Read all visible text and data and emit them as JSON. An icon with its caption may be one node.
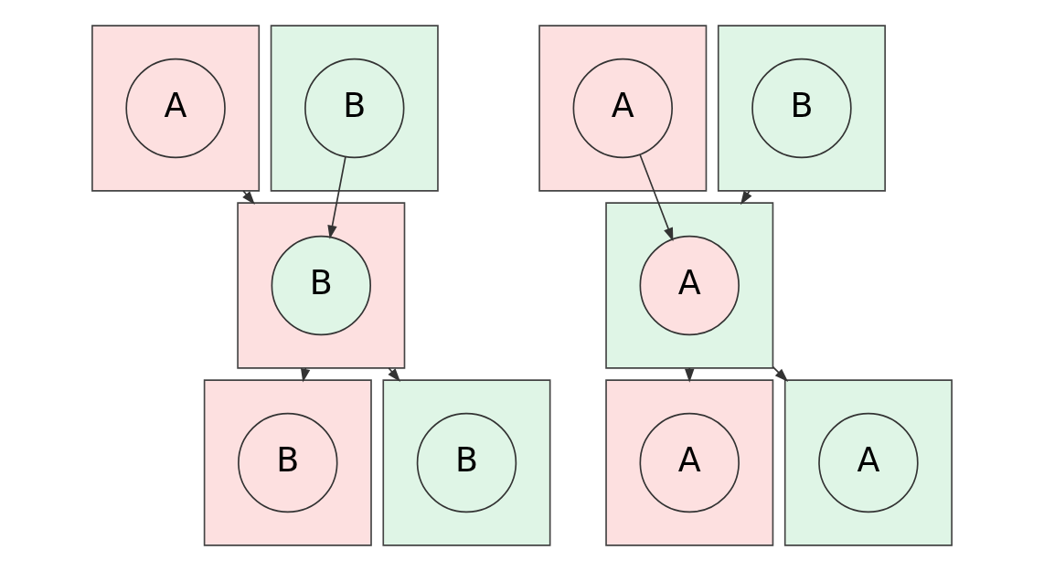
{
  "diagram": {
    "nodes": [
      {
        "text": [],
        "shape": "box"
      },
      {
        "text": [
          "A"
        ],
        "in": 0
      },
      {
        "text": [],
        "shape": "box"
      },
      {
        "text": [
          "B"
        ],
        "in": 2
      },
      {
        "text": [],
        "shape": "box"
      },
      {
        "text": [
          "B"
        ],
        "in": 4
      },
      {
        "text": [],
        "shape": "box"
      },
      {
        "text": [
          "B"
        ],
        "in": 6
      },
      {
        "text": [],
        "shape": "box"
      },
      {
        "text": [
          "B"
        ],
        "in": 8
      },
      {
        "text": [],
        "shape": "box"
      },
      {
        "text": [
          "A"
        ],
        "in": 10
      },
      {
        "text": [],
        "shape": "box"
      },
      {
        "text": [
          "B"
        ],
        "in": 12
      },
      {
        "text": [],
        "shape": "box"
      },
      {
        "text": [
          "A"
        ],
        "in": 14
      },
      {
        "text": [],
        "shape": "box"
      },
      {
        "text": [
          "A"
        ],
        "in": 16
      },
      {
        "text": [],
        "shape": "box"
      },
      {
        "text": [
          "A"
        ],
        "in": 18
      }
    ],
    "edges": [
      {
        "from": 0,
        "to": 4,
        "arrow": "to"
      },
      {
        "from": 3,
        "to": 5,
        "arrow": "to"
      },
      {
        "from": 4,
        "to": 6,
        "arrow": "to"
      },
      {
        "from": 4,
        "to": 8,
        "arrow": "to"
      },
      {
        "from": 12,
        "to": 14,
        "arrow": "to"
      },
      {
        "from": 11,
        "to": 15,
        "arrow": "to"
      },
      {
        "from": 14,
        "to": 16,
        "arrow": "to"
      },
      {
        "from": 14,
        "to": 18,
        "arrow": "to"
      }
    ]
  }
}
